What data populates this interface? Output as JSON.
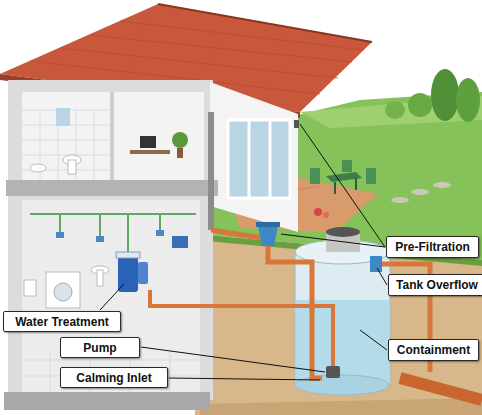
{
  "diagram": {
    "nodes": [
      {
        "text": [
          "Pre-Filtration"
        ]
      },
      {
        "text": [
          "Tank Overflow"
        ]
      },
      {
        "text": [
          "Water Treatment"
        ]
      },
      {
        "text": [
          "Pump"
        ]
      },
      {
        "text": [
          "Containment"
        ]
      },
      {
        "text": [
          "Calming Inlet"
        ]
      }
    ]
  }
}
